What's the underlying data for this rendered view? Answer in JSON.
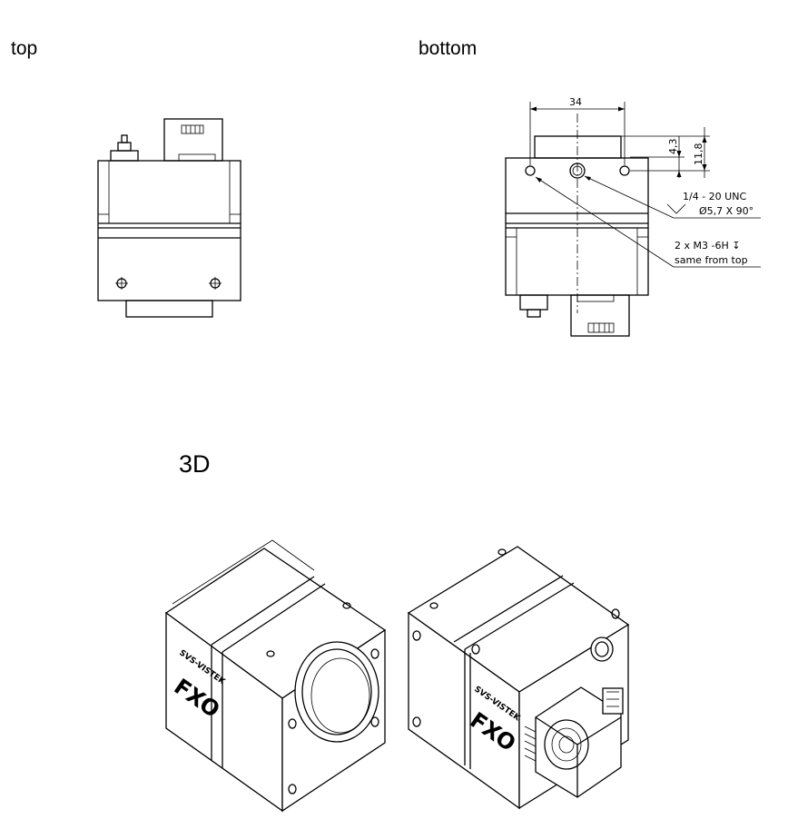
{
  "views": {
    "top_label": "top",
    "bottom_label": "bottom",
    "threed_label": "3D"
  },
  "dimensions": {
    "width": "34",
    "offset_small": "4,3",
    "offset_large": "11,8",
    "thread_callout": "1/4 - 20 UNC",
    "countersink_callout": "Ø5,7 X 90°",
    "m3_callout": "2 x M3 -6H ↧",
    "m3_note": "same from top"
  },
  "branding": {
    "maker": "SVS-VISTEK",
    "model": "FXO"
  }
}
